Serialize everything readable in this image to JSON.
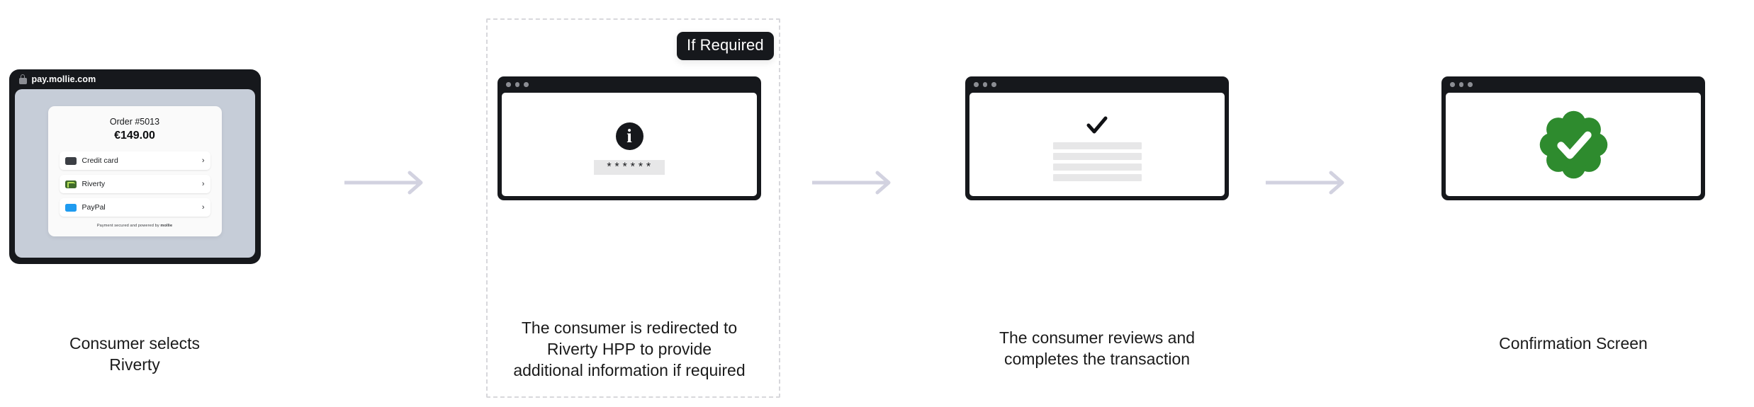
{
  "colors": {
    "ink": "#16181c",
    "arrow": "#d2d2e0",
    "dashed_border": "#d8d8dc",
    "phone_screen": "#c6cdd8",
    "seal_green": "#2e8b2e",
    "placeholder_gray": "#e7e7e8",
    "riverty_green": "#3f6b2b",
    "paypal_blue": "#1f9bf0",
    "credit_card_gray": "#3c3f45"
  },
  "optional_region": {
    "badge_label": "If Required"
  },
  "steps": [
    {
      "id": "step-consumer-selects-riverty",
      "caption": "Consumer selects\nRiverty",
      "checkout": {
        "url": "pay.mollie.com",
        "lock_icon": "lock-icon",
        "order_label": "Order #5013",
        "amount": "€149.00",
        "payment_methods": [
          {
            "label": "Credit card",
            "icon": "credit-card-icon",
            "chevron": "›"
          },
          {
            "label": "Riverty",
            "icon": "riverty-logo-icon",
            "chevron": "›"
          },
          {
            "label": "PayPal",
            "icon": "paypal-logo-icon",
            "chevron": "›"
          }
        ],
        "footer_prefix": "Payment secured and powered by ",
        "footer_brand": "mollie"
      }
    },
    {
      "id": "step-riverty-hpp-redirect",
      "caption": "The consumer is redirected to\nRiverty HPP to provide\nadditional information if required",
      "window": {
        "dots": 3,
        "info_icon_glyph": "i",
        "otp_value": "******"
      }
    },
    {
      "id": "step-consumer-reviews",
      "caption": "The consumer reviews and\ncompletes the transaction",
      "window": {
        "dots": 3,
        "check_icon": "check-icon",
        "placeholder_lines": 4
      }
    },
    {
      "id": "step-confirmation-screen",
      "caption": "Confirmation Screen",
      "window": {
        "dots": 3,
        "seal_icon": "verified-check-badge-icon"
      }
    }
  ],
  "arrows": [
    {
      "name": "arrow-step1-to-step2",
      "glyph": "arrow-right-icon"
    },
    {
      "name": "arrow-step2-to-step3",
      "glyph": "arrow-right-icon"
    },
    {
      "name": "arrow-step3-to-step4",
      "glyph": "arrow-right-icon"
    }
  ]
}
